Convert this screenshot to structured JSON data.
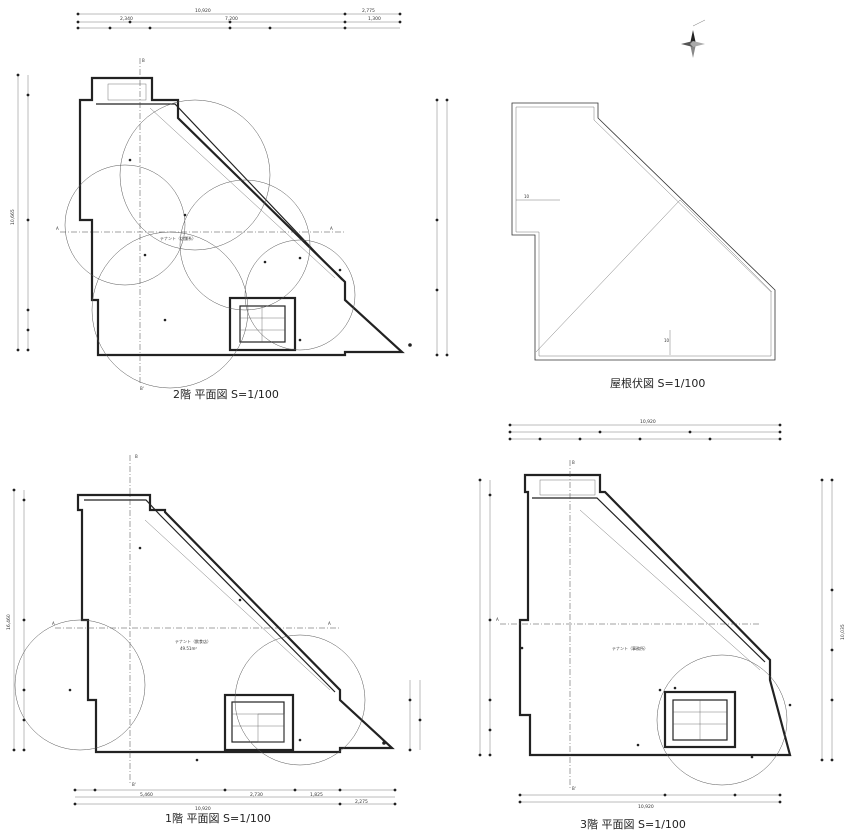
{
  "plans": {
    "floor2": {
      "title": "2階 平面図 S=1/100",
      "top_total": "10,920",
      "top_dims": [
        "2,340",
        "7,200",
        "2,775",
        "1,300"
      ],
      "left_total": "10,665",
      "tenant_label": "テナント（店舗系）"
    },
    "roof": {
      "title": "屋根伏図 S=1/100",
      "slope_a": "10",
      "slope_b": "10"
    },
    "floor1": {
      "title": "1階 平面図 S=1/100",
      "bottom_total": "10,920",
      "bottom_dims": [
        "5,460",
        "2,730",
        "1,825",
        "2,275"
      ],
      "left_total": "16,460",
      "tenant_label": "テナント（飲食店）",
      "tenant_area": "49.51m²"
    },
    "floor3": {
      "title": "3階 平面図 S=1/100",
      "top_total": "10,920",
      "bottom_total": "10,920",
      "right_total": "10,035",
      "tenant_label": "テナント（事務所）"
    }
  }
}
